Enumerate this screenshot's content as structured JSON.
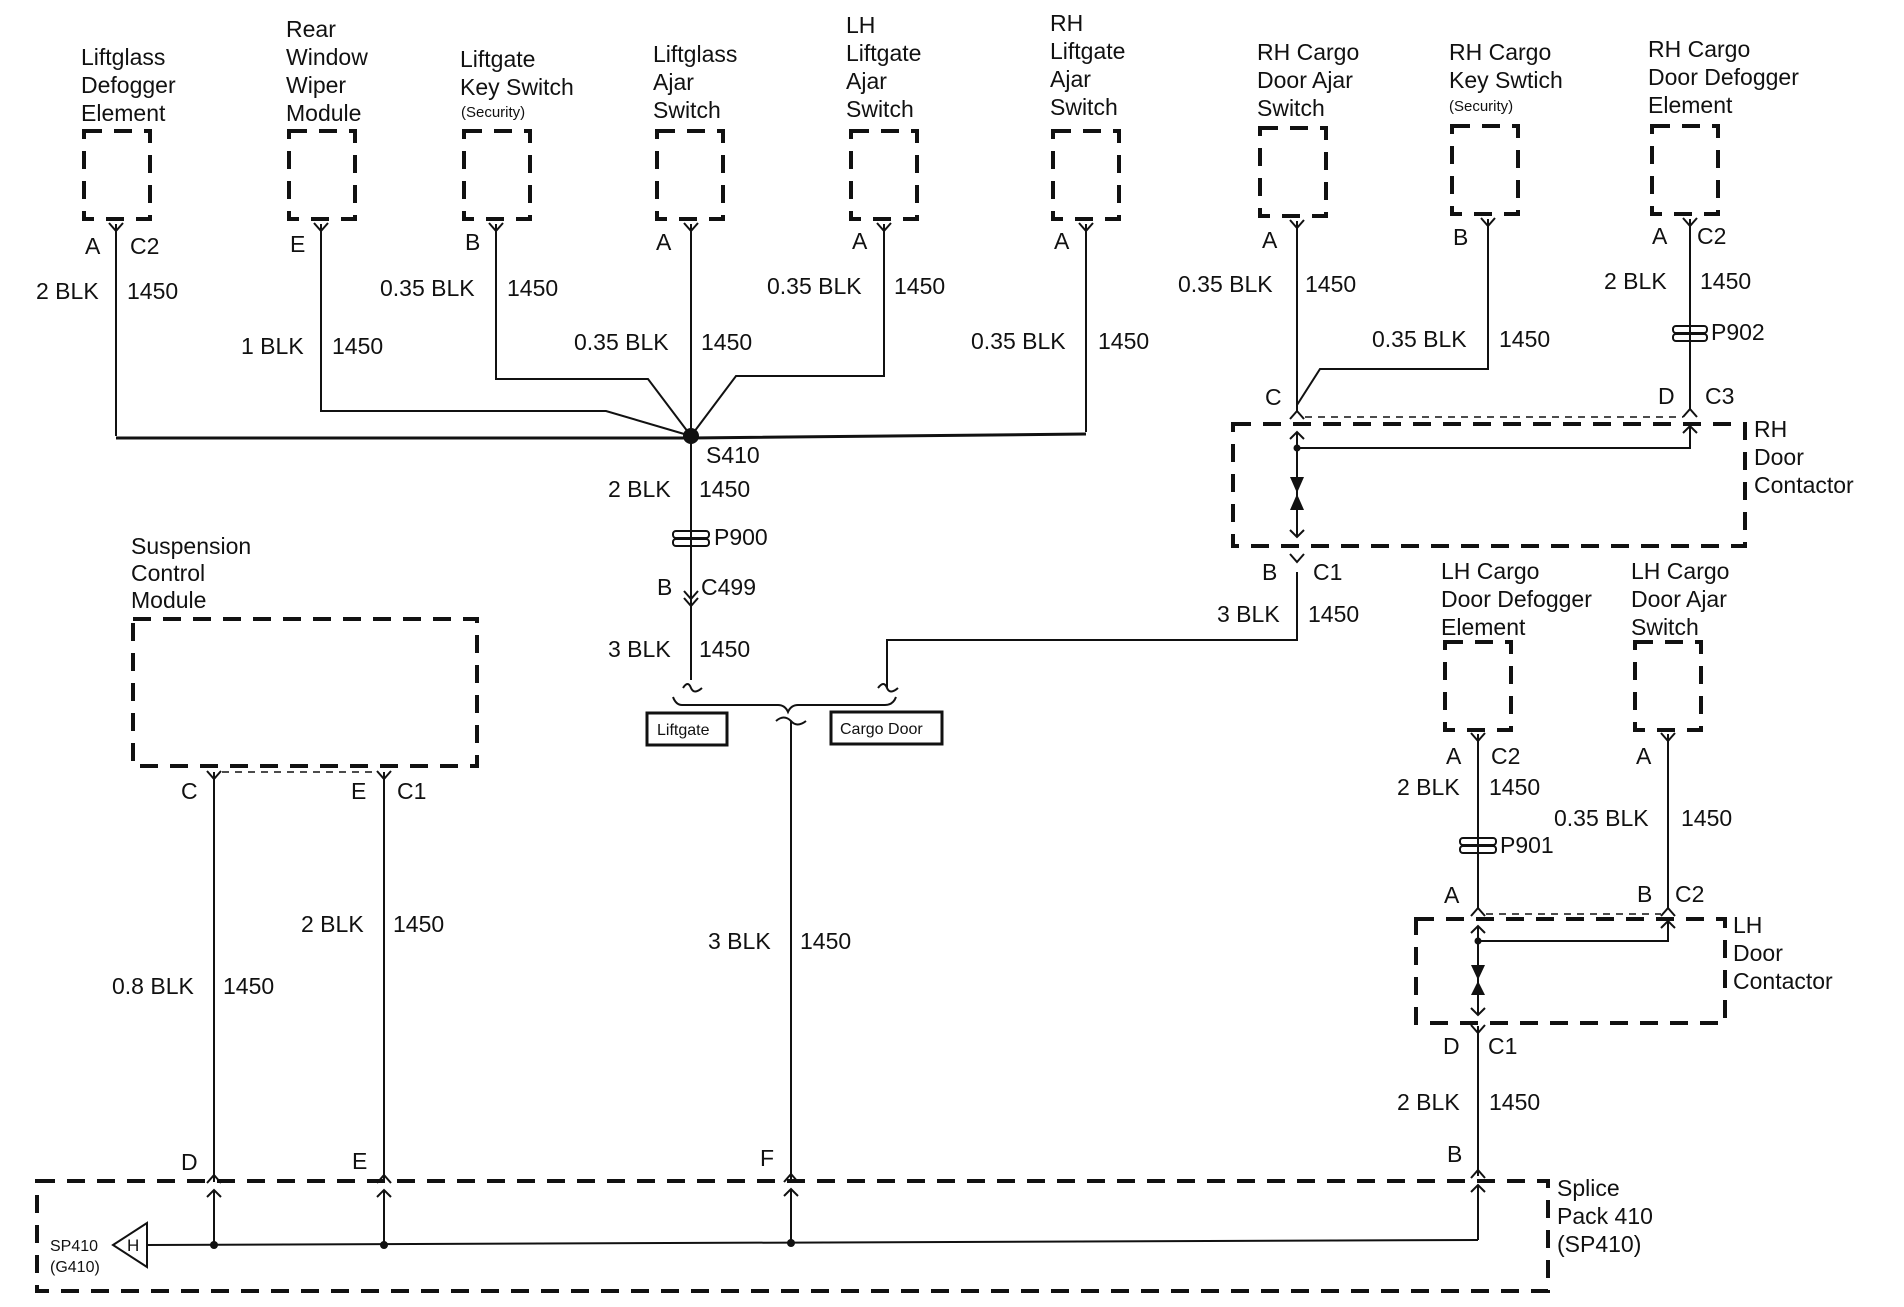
{
  "components": {
    "liftglass_defogger": {
      "lines": [
        "Liftglass",
        "Defogger",
        "Element"
      ],
      "pin": "A",
      "conn": "C2",
      "wire": "2 BLK",
      "circuit": "1450"
    },
    "rear_wiper": {
      "lines": [
        "Rear",
        "Window",
        "Wiper",
        "Module"
      ],
      "pin": "E",
      "wire": "1 BLK",
      "circuit": "1450"
    },
    "liftgate_key": {
      "lines": [
        "Liftgate",
        "Key Switch"
      ],
      "note": "(Security)",
      "pin": "B",
      "wire": "0.35 BLK",
      "circuit": "1450"
    },
    "liftglass_ajar": {
      "lines": [
        "Liftglass",
        "Ajar",
        "Switch"
      ],
      "pin": "A",
      "wire": "0.35 BLK",
      "circuit": "1450"
    },
    "lh_liftgate_ajar": {
      "lines": [
        "LH",
        "Liftgate",
        "Ajar",
        "Switch"
      ],
      "pin": "A",
      "wire": "0.35 BLK",
      "circuit": "1450"
    },
    "rh_liftgate_ajar": {
      "lines": [
        "RH",
        "Liftgate",
        "Ajar",
        "Switch"
      ],
      "pin": "A",
      "wire": "0.35 BLK",
      "circuit": "1450"
    },
    "rh_cargo_ajar": {
      "lines": [
        "RH Cargo",
        "Door Ajar",
        "Switch"
      ],
      "pin": "A",
      "wire": "0.35 BLK",
      "circuit": "1450"
    },
    "rh_cargo_key": {
      "lines": [
        "RH Cargo",
        "Key Swtich"
      ],
      "note": "(Security)",
      "pin": "B",
      "wire": "0.35 BLK",
      "circuit": "1450"
    },
    "rh_cargo_defogger": {
      "lines": [
        "RH Cargo",
        "Door Defogger",
        "Element"
      ],
      "pin": "A",
      "conn": "C2",
      "wire": "2 BLK",
      "circuit": "1450",
      "inline": "P902"
    },
    "rh_door_contactor": {
      "lines": [
        "RH",
        "Door",
        "Contactor"
      ],
      "pin_c": "C",
      "pin_d": "D",
      "conn_top": "C3",
      "pin_b": "B",
      "conn_bottom": "C1",
      "wire": "3 BLK",
      "circuit": "1450"
    },
    "lh_cargo_defogger": {
      "lines": [
        "LH Cargo",
        "Door Defogger",
        "Element"
      ],
      "pin": "A",
      "conn": "C2",
      "wire": "2 BLK",
      "circuit": "1450",
      "inline": "P901"
    },
    "lh_cargo_ajar": {
      "lines": [
        "LH Cargo",
        "Door Ajar",
        "Switch"
      ],
      "pin": "A",
      "wire": "0.35 BLK",
      "circuit": "1450"
    },
    "lh_door_contactor": {
      "lines": [
        "LH",
        "Door",
        "Contactor"
      ],
      "pin_a": "A",
      "pin_b": "B",
      "conn_top": "C2",
      "pin_d": "D",
      "conn_bottom": "C1",
      "wire": "2 BLK",
      "circuit": "1450"
    },
    "suspension_module": {
      "lines": [
        "Suspension",
        "Control",
        "Module"
      ],
      "pin_c": "C",
      "pin_e": "E",
      "conn": "C1",
      "wire_c": "0.8 BLK",
      "wire_e": "2 BLK",
      "circuit": "1450"
    },
    "splice_pack": {
      "lines": [
        "Splice",
        "Pack 410",
        "(SP410)"
      ],
      "pins": [
        "D",
        "E",
        "F",
        "B"
      ],
      "ground_pin": "H",
      "ground_label": "SP410",
      "ground_sub": "(G410)"
    }
  },
  "splice": {
    "name": "S410",
    "wire_out": "2 BLK",
    "circuit": "1450",
    "inline": "P900",
    "conn_pin": "B",
    "conn": "C499",
    "wire_after": "3 BLK",
    "circuit_after": "1450"
  },
  "options": {
    "liftgate": "Liftgate",
    "cargo_door": "Cargo Door",
    "common_wire": "3 BLK",
    "common_circuit": "1450"
  }
}
